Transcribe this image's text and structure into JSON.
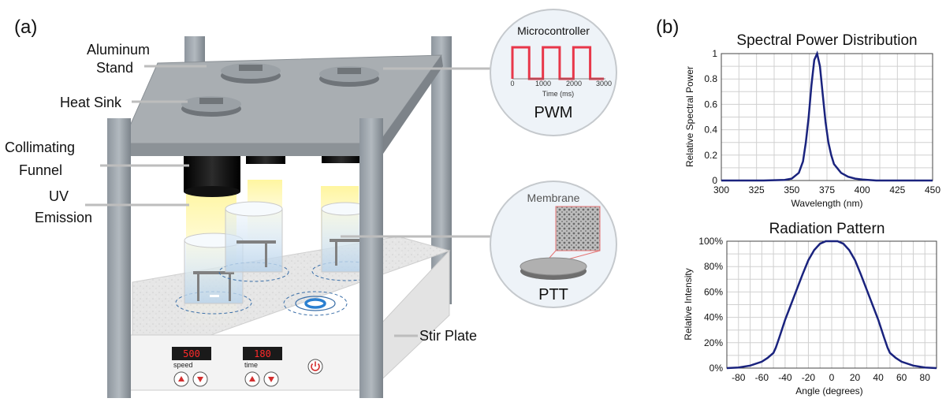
{
  "panel_a": {
    "label": "(a)",
    "callouts": {
      "aluminum_stand": [
        "Aluminum",
        "Stand"
      ],
      "heat_sink": "Heat Sink",
      "collimating_funnel": [
        "Collimating",
        "Funnel"
      ],
      "uv_emission": [
        "UV",
        "Emission"
      ],
      "stir_plate": "Stir Plate"
    },
    "stir_plate_controls": {
      "speed_value": "500",
      "speed_label": "speed",
      "time_value": "180",
      "time_label": "time"
    },
    "inset_microcontroller": {
      "title": "Microcontroller",
      "xticks": [
        "0",
        "1000",
        "2000",
        "3000"
      ],
      "xlabel": "Time (ms)",
      "caption": "PWM",
      "signal_color": "#e8374a"
    },
    "inset_membrane": {
      "title": "Membrane",
      "caption": "PTT"
    }
  },
  "panel_b": {
    "label": "(b)"
  },
  "chart_data": [
    {
      "type": "line",
      "title": "Spectral Power Distribution",
      "xlabel": "Wavelength (nm)",
      "ylabel": "Relative Spectral Power",
      "xlim": [
        300,
        450
      ],
      "ylim": [
        0,
        1
      ],
      "xticks": [
        300,
        325,
        350,
        375,
        400,
        425,
        450
      ],
      "yticks": [
        0,
        0.2,
        0.4,
        0.6,
        0.8,
        1
      ],
      "ytick_labels": [
        "0",
        "0.2",
        "0.4",
        "0.6",
        "0.8",
        "1"
      ],
      "grid": true,
      "color": "#1a237e",
      "series": [
        {
          "x": [
            300,
            330,
            345,
            350,
            355,
            358,
            360,
            362,
            364,
            366,
            368,
            370,
            372,
            374,
            376,
            378,
            380,
            385,
            390,
            395,
            400,
            410,
            450
          ],
          "y": [
            0,
            0,
            0.005,
            0.015,
            0.06,
            0.15,
            0.3,
            0.5,
            0.75,
            0.95,
            1.0,
            0.9,
            0.68,
            0.46,
            0.3,
            0.2,
            0.13,
            0.06,
            0.03,
            0.015,
            0.008,
            0,
            0
          ]
        }
      ]
    },
    {
      "type": "line",
      "title": "Radiation Pattern",
      "xlabel": "Angle (degrees)",
      "ylabel": "Relative Intensity",
      "xlim": [
        -90,
        90
      ],
      "ylim": [
        0,
        100
      ],
      "xticks": [
        -80,
        -60,
        -40,
        -20,
        0,
        20,
        40,
        60,
        80
      ],
      "yticks": [
        0,
        20,
        40,
        60,
        80,
        100
      ],
      "ytick_labels": [
        "0%",
        "20%",
        "40%",
        "60%",
        "80%",
        "100%"
      ],
      "grid": true,
      "color": "#1a237e",
      "series": [
        {
          "x": [
            -90,
            -80,
            -70,
            -60,
            -55,
            -50,
            -48,
            -45,
            -40,
            -35,
            -30,
            -25,
            -20,
            -15,
            -10,
            -5,
            0,
            5,
            10,
            15,
            20,
            25,
            30,
            35,
            40,
            45,
            48,
            50,
            55,
            60,
            70,
            80,
            90
          ],
          "y": [
            0,
            0.5,
            2,
            5,
            8,
            12,
            16,
            24,
            38,
            50,
            62,
            74,
            85,
            93,
            98,
            100,
            100,
            100,
            98,
            93,
            85,
            74,
            62,
            50,
            38,
            24,
            16,
            12,
            8,
            5,
            2,
            0.5,
            0
          ]
        }
      ]
    }
  ]
}
